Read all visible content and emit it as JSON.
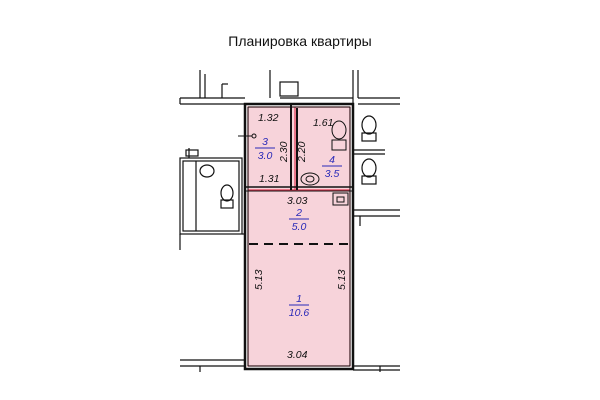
{
  "title": "Планировка квартиры",
  "colors": {
    "room_fill": "#f7d3da",
    "room_outline": "#e23b55",
    "label": "#2a2ab8",
    "wall": "#111111"
  },
  "rooms": [
    {
      "number": "1",
      "area": "10.6"
    },
    {
      "number": "2",
      "area": "5.0"
    },
    {
      "number": "3",
      "area": "3.0"
    },
    {
      "number": "4",
      "area": "3.5"
    }
  ],
  "dimensions": {
    "top_left_width": "1.32",
    "top_right_width": "1.61",
    "room3_height": "2.30",
    "room4_height": "2.20",
    "bottom_left_width": "1.31",
    "room2_width": "3.03",
    "left_height": "5.13",
    "right_height": "5.13",
    "bottom_width": "3.04"
  }
}
